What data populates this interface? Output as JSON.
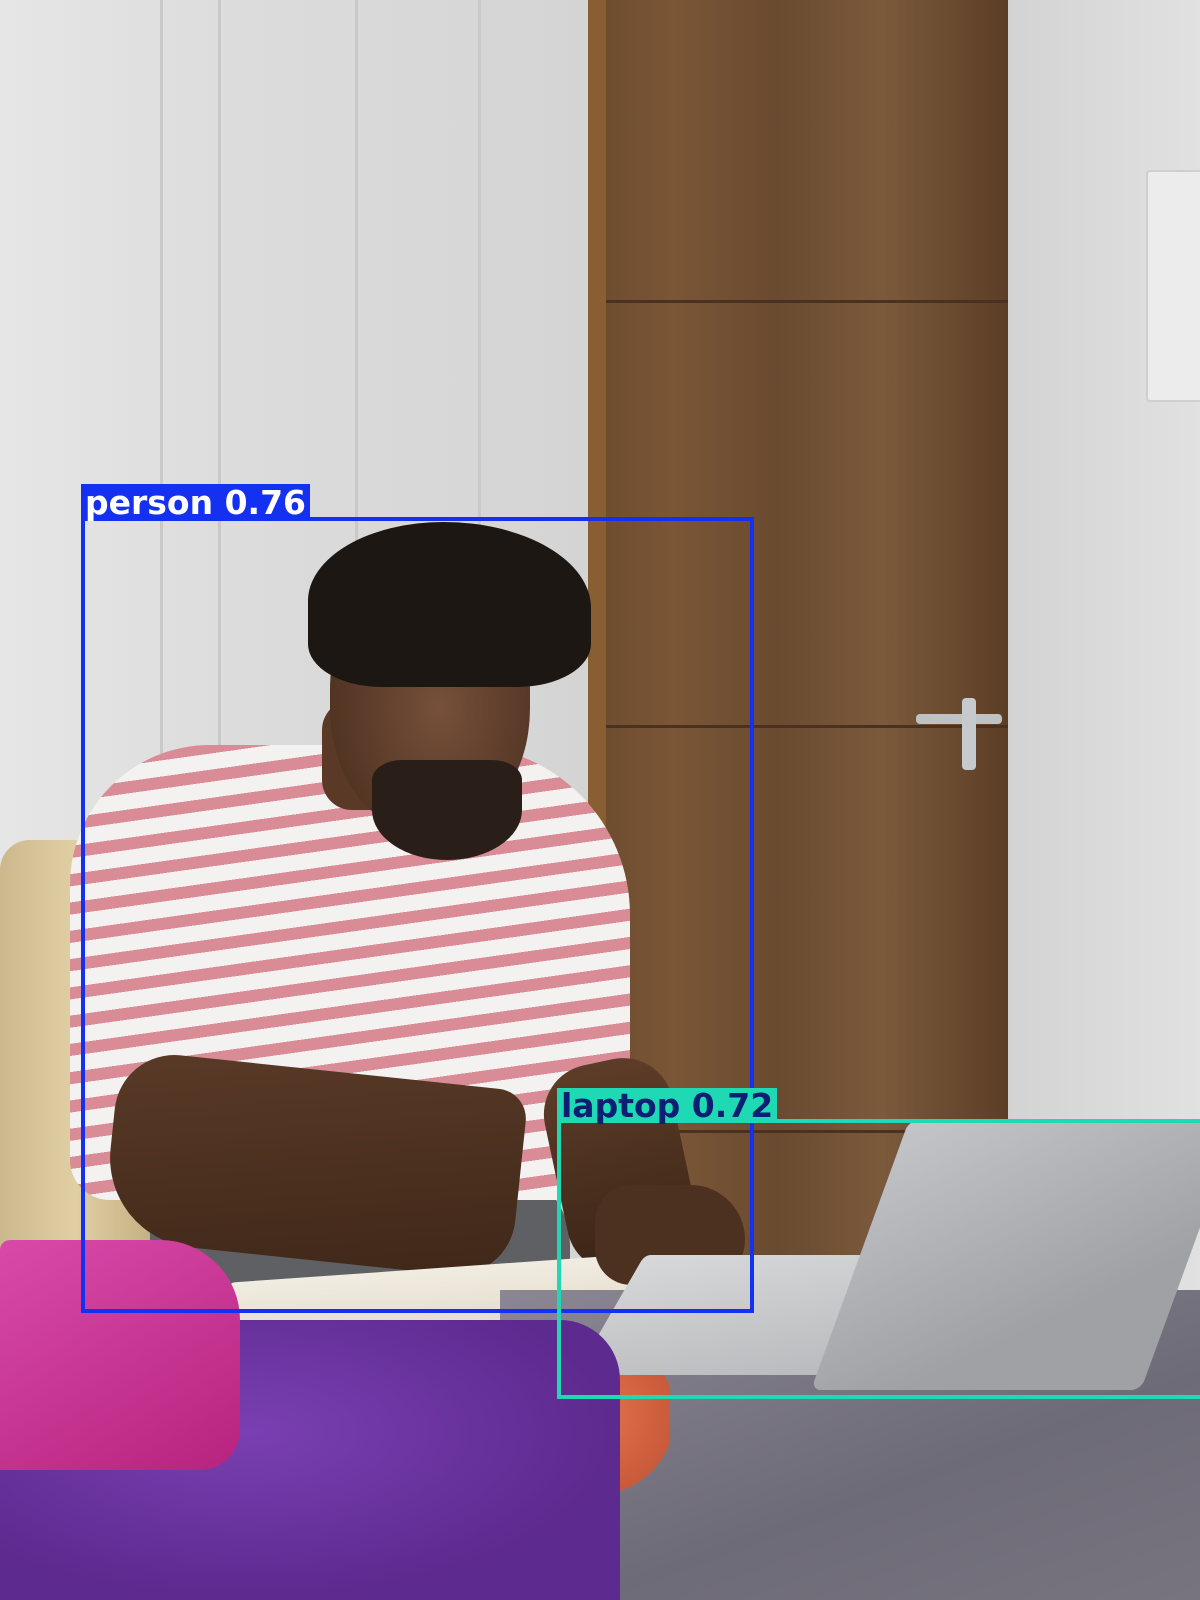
{
  "detections": [
    {
      "label": "person",
      "score": "0.76",
      "color": "#1430f0",
      "text_color": "#ffffff"
    },
    {
      "label": "laptop",
      "score": "0.72",
      "color": "#1fd9b5",
      "text_color": "#0b1f73"
    }
  ],
  "labels": {
    "person": "person  0.76",
    "laptop": "laptop  0.72"
  }
}
